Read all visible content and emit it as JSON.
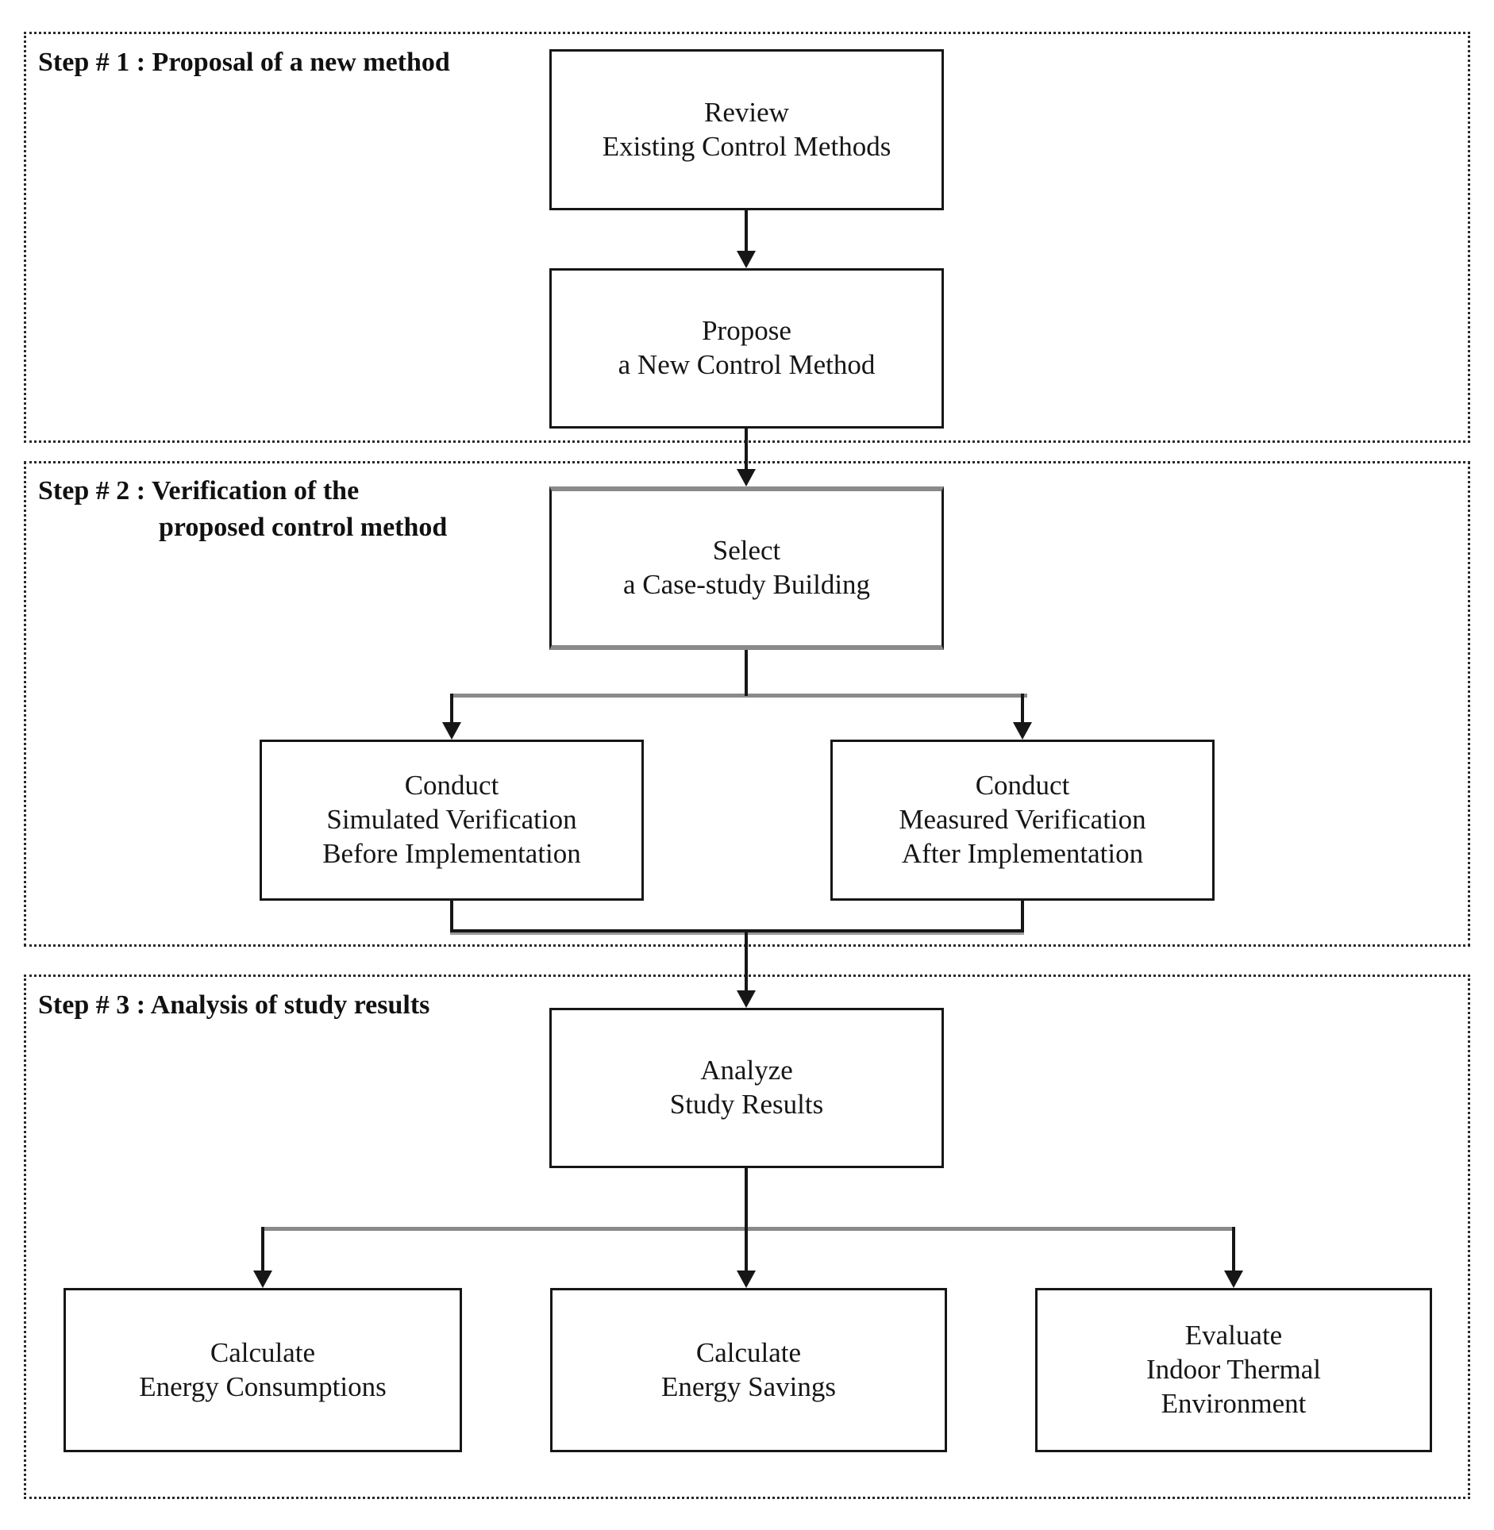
{
  "figure": {
    "type": "flowchart",
    "background_color": "#ffffff",
    "box_border_color": "#161616",
    "connector_color": "#161616",
    "shadow_line_color": "#8a8a8a",
    "region_border_style": "dotted"
  },
  "steps": {
    "step1": {
      "title": "Step # 1 : Proposal of a new method"
    },
    "step2": {
      "title_line1": "Step # 2 : Verification of the",
      "title_line2": "proposed control method"
    },
    "step3": {
      "title": "Step # 3 : Analysis of study results"
    }
  },
  "nodes": {
    "review": {
      "line1": "Review",
      "line2": "Existing Control Methods"
    },
    "propose": {
      "line1": "Propose",
      "line2": "a New Control Method"
    },
    "select": {
      "line1": "Select",
      "line2": "a Case-study Building"
    },
    "conduct_sim": {
      "line1": "Conduct",
      "line2": "Simulated Verification",
      "line3": "Before Implementation"
    },
    "conduct_meas": {
      "line1": "Conduct",
      "line2": "Measured Verification",
      "line3": "After Implementation"
    },
    "analyze": {
      "line1": "Analyze",
      "line2": "Study Results"
    },
    "calc_cons": {
      "line1": "Calculate",
      "line2": "Energy Consumptions"
    },
    "calc_sav": {
      "line1": "Calculate",
      "line2": "Energy Savings"
    },
    "evaluate": {
      "line1": "Evaluate",
      "line2": "Indoor Thermal",
      "line3": "Environment"
    }
  },
  "edges": [
    {
      "from": "review",
      "to": "propose"
    },
    {
      "from": "propose",
      "to": "select"
    },
    {
      "from": "select",
      "to": "conduct_sim"
    },
    {
      "from": "select",
      "to": "conduct_meas"
    },
    {
      "from": "conduct_sim",
      "to": "analyze"
    },
    {
      "from": "conduct_meas",
      "to": "analyze"
    },
    {
      "from": "analyze",
      "to": "calc_cons"
    },
    {
      "from": "analyze",
      "to": "calc_sav"
    },
    {
      "from": "analyze",
      "to": "evaluate"
    }
  ]
}
